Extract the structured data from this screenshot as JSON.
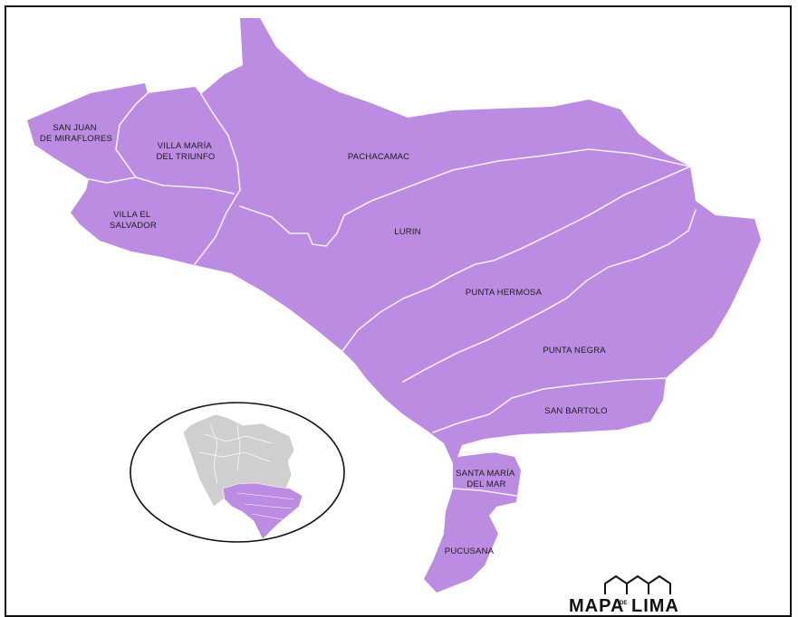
{
  "colors": {
    "district_fill": "#bc8be2",
    "boundary": "#f4eef7",
    "inset_fill": "#cfcfcf",
    "inset_highlight": "#bc8be2",
    "inset_circle": "#111111"
  },
  "districts": [
    {
      "label_lines": [
        "SAN JUAN",
        "DE MIRAFLORES"
      ]
    },
    {
      "label_lines": [
        "VILLA MARÍA",
        "DEL TRIUNFO"
      ]
    },
    {
      "label_lines": [
        "PACHACAMAC"
      ]
    },
    {
      "label_lines": [
        "VILLA EL",
        "SALVADOR"
      ]
    },
    {
      "label_lines": [
        "LURIN"
      ]
    },
    {
      "label_lines": [
        "PUNTA HERMOSA"
      ]
    },
    {
      "label_lines": [
        "PUNTA NEGRA"
      ]
    },
    {
      "label_lines": [
        "SAN BARTOLO"
      ]
    },
    {
      "label_lines": [
        "SANTA MARÍA",
        "DEL MAR"
      ]
    },
    {
      "label_lines": [
        "PUCUSANA"
      ]
    }
  ],
  "logo": {
    "word1": "MAPA",
    "word_small": "DE",
    "word2": "LIMA",
    "icon": "house-roofs-icon"
  },
  "inset": {
    "icon": "lima-locator-icon"
  }
}
